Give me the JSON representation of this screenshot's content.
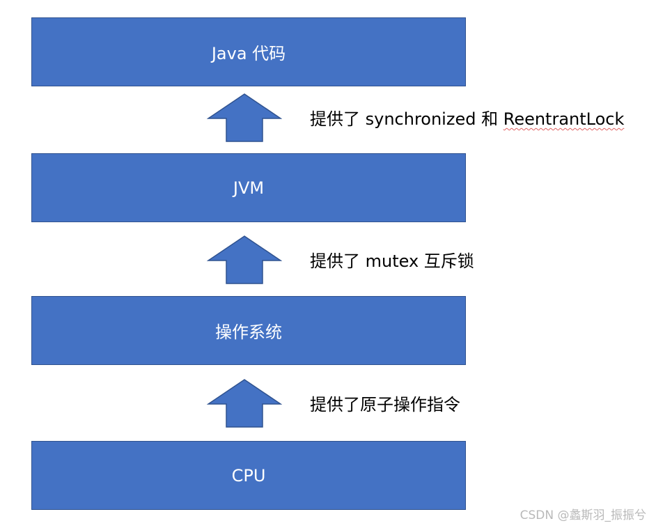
{
  "colors": {
    "box_fill": "#4472c4",
    "box_border": "#2f528f",
    "box_text": "#ffffff",
    "caption_text": "#000000",
    "watermark_text": "#b9b9b9",
    "spell_underline": "#e06060"
  },
  "layers": [
    {
      "label": "Java 代码"
    },
    {
      "label": "JVM"
    },
    {
      "label": "操作系统"
    },
    {
      "label": "CPU"
    }
  ],
  "arrows": [
    {
      "caption_prefix": "提供了 synchronized 和 ",
      "caption_flagged": "ReentrantLock"
    },
    {
      "caption": "提供了 mutex 互斥锁"
    },
    {
      "caption": "提供了原子操作指令"
    }
  ],
  "watermark": "CSDN @蠡斯羽_振振兮"
}
